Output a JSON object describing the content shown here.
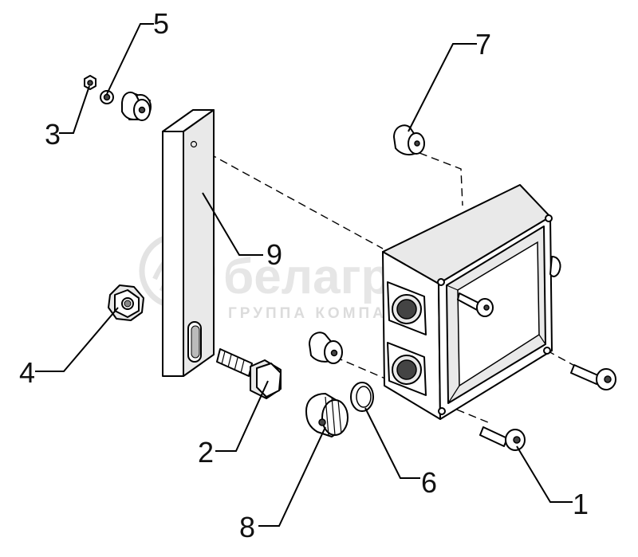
{
  "watermark": {
    "brand": "белагро",
    "subtitle": "ГРУППА КОМПАНИЙ"
  },
  "callouts": [
    {
      "id": "1",
      "label": "1"
    },
    {
      "id": "2",
      "label": "2"
    },
    {
      "id": "3",
      "label": "3"
    },
    {
      "id": "4",
      "label": "4"
    },
    {
      "id": "5",
      "label": "5"
    },
    {
      "id": "6",
      "label": "6"
    },
    {
      "id": "7",
      "label": "7"
    },
    {
      "id": "8",
      "label": "8"
    },
    {
      "id": "9",
      "label": "9"
    }
  ]
}
